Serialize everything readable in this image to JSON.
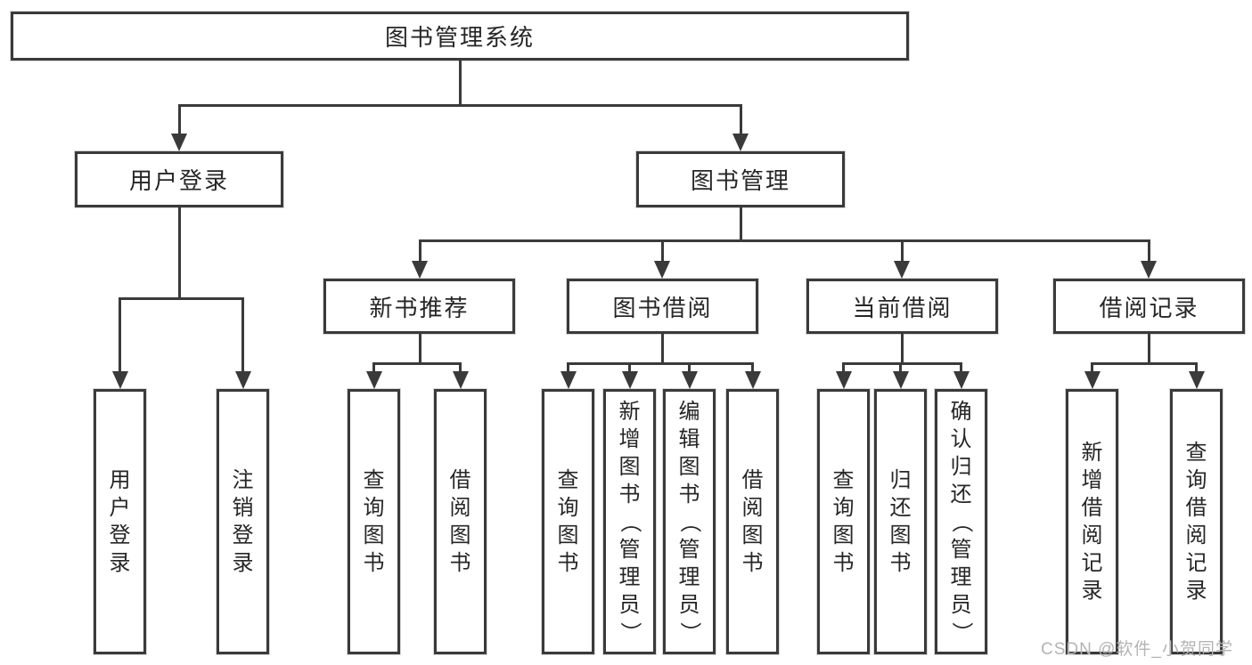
{
  "title": "图书管理系统",
  "level2": {
    "user_login": "用户登录",
    "book_mgmt": "图书管理"
  },
  "level3": {
    "new_book_rec": "新书推荐",
    "book_borrow": "图书借阅",
    "current_borrow": "当前借阅",
    "borrow_records": "借阅记录"
  },
  "leaves": {
    "user_login": [
      "用户登录",
      "注销登录"
    ],
    "new_book_rec": [
      "查询图书",
      "借阅图书"
    ],
    "book_borrow": [
      "查询图书",
      "新增图书（管理员）",
      "编辑图书（管理员）",
      "借阅图书"
    ],
    "current_borrow": [
      "查询图书",
      "归还图书",
      "确认归还（管理员）"
    ],
    "borrow_records": [
      "新增借阅记录",
      "查询借阅记录"
    ]
  },
  "watermark": "CSDN @软件_小贺同学",
  "colors": {
    "line": "#3a3a3a",
    "text": "#262626",
    "watermark": "#b4b4b4",
    "background": "#ffffff"
  }
}
